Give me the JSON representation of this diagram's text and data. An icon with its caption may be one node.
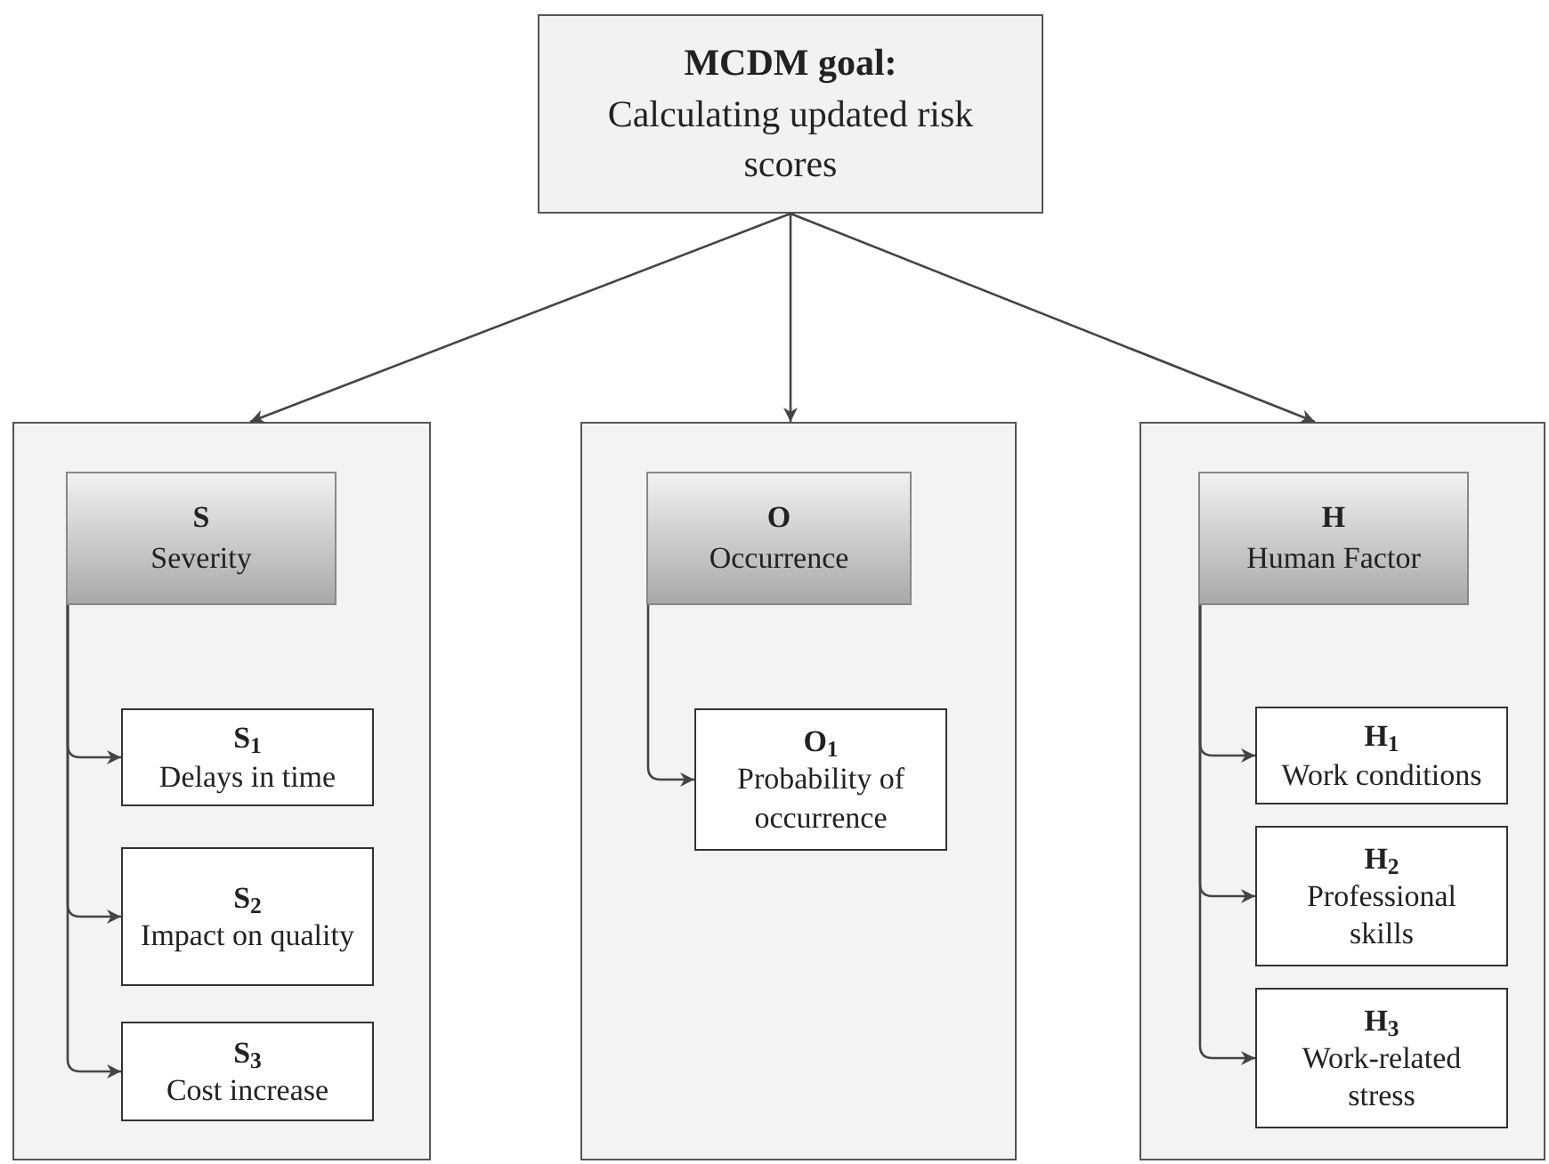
{
  "diagram": {
    "nodes": [
      {
        "text": [
          "MCDM goal:",
          "Calculating updated risk scores"
        ]
      },
      {
        "text": [],
        "shape": "box"
      },
      {
        "text": [
          "S",
          "Severity"
        ],
        "in": 1
      },
      {
        "text": [
          "S$_{1}$",
          "Delays in time"
        ],
        "in": 1
      },
      {
        "text": [
          "S$_{2}$",
          "Impact on quality"
        ],
        "in": 1
      },
      {
        "text": [
          "S$_{3}$",
          "Cost increase"
        ],
        "in": 1
      },
      {
        "text": [],
        "shape": "box"
      },
      {
        "text": [
          "O",
          "Occurrence"
        ],
        "in": 6
      },
      {
        "text": [
          "O$_{1}$",
          "Probability of occurrence"
        ],
        "in": 6
      },
      {
        "text": [],
        "shape": "box"
      },
      {
        "text": [
          "H",
          "Human Factor"
        ],
        "in": 9
      },
      {
        "text": [
          "H$_{1}$",
          "Work conditions"
        ],
        "in": 9
      },
      {
        "text": [
          "H$_{2}$",
          "Professional skills"
        ],
        "in": 9
      },
      {
        "text": [
          "H$_{3}$",
          "Work-related stress"
        ],
        "in": 9
      }
    ],
    "edges": [
      {
        "from": 0,
        "to": 1,
        "arrow": "to"
      },
      {
        "from": 0,
        "to": 6,
        "arrow": "to"
      },
      {
        "from": 0,
        "to": 9,
        "arrow": "to"
      },
      {
        "from": 2,
        "to": 3,
        "arrow": "to"
      },
      {
        "from": 2,
        "to": 4,
        "arrow": "to"
      },
      {
        "from": 2,
        "to": 5,
        "arrow": "to"
      },
      {
        "from": 7,
        "to": 8,
        "arrow": "to"
      },
      {
        "from": 10,
        "to": 11,
        "arrow": "to"
      },
      {
        "from": 10,
        "to": 12,
        "arrow": "to"
      },
      {
        "from": 10,
        "to": 13,
        "arrow": "to"
      }
    ]
  }
}
